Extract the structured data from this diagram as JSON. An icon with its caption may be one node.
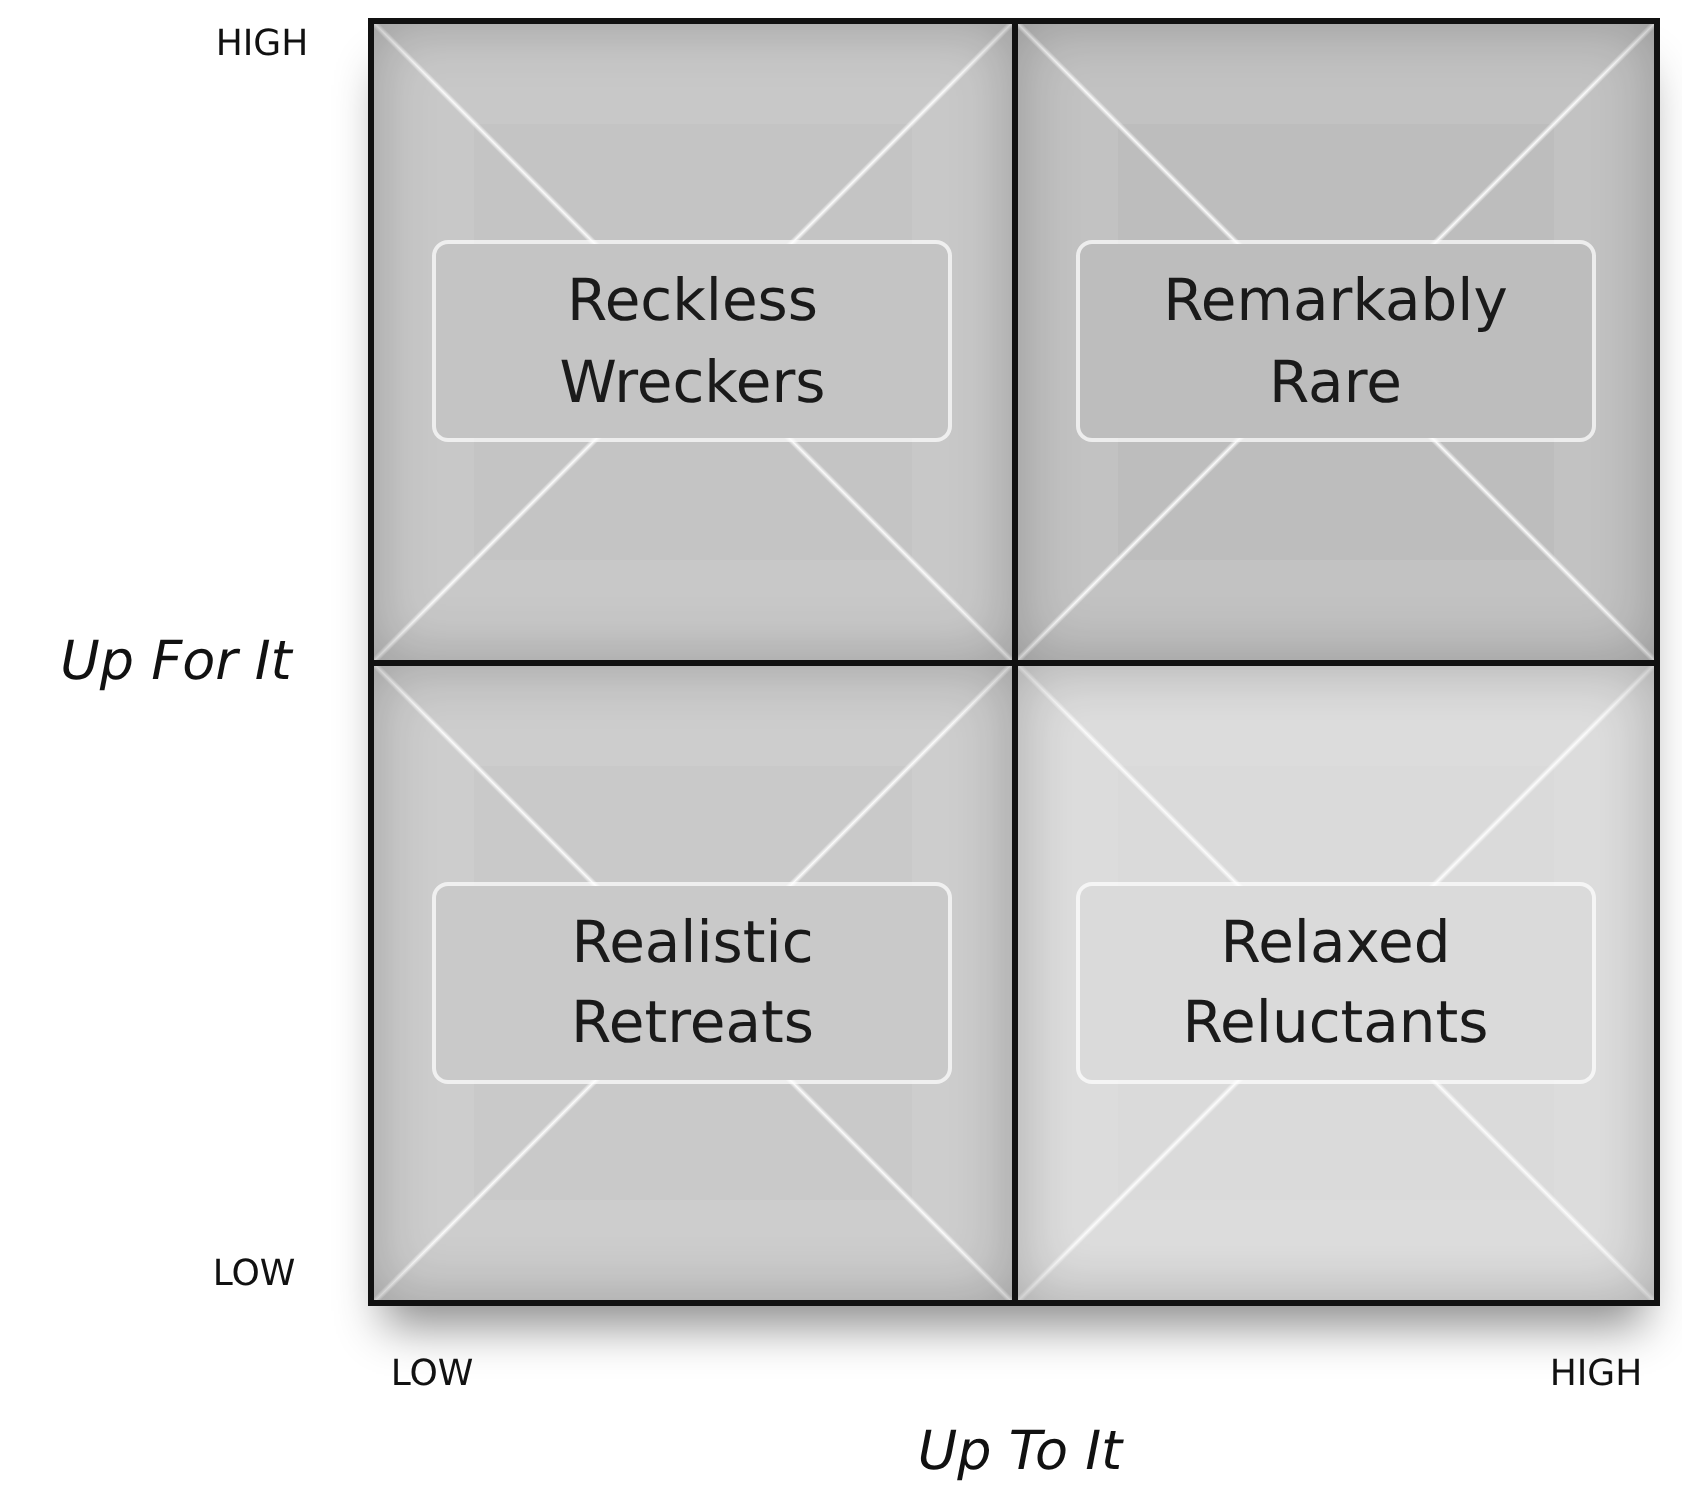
{
  "diagram": {
    "nodes": [
      {
        "text": [
          "Reckless Wreckers"
        ]
      },
      {
        "text": [
          "Remarkably Rare"
        ]
      },
      {
        "text": [
          "Realistic Retreats"
        ]
      },
      {
        "text": [
          "Relaxed Reluctants"
        ]
      }
    ],
    "labels": [
      "HIGH",
      "Up For It",
      "LOW",
      "LOW",
      "HIGH",
      "Up To It"
    ]
  }
}
